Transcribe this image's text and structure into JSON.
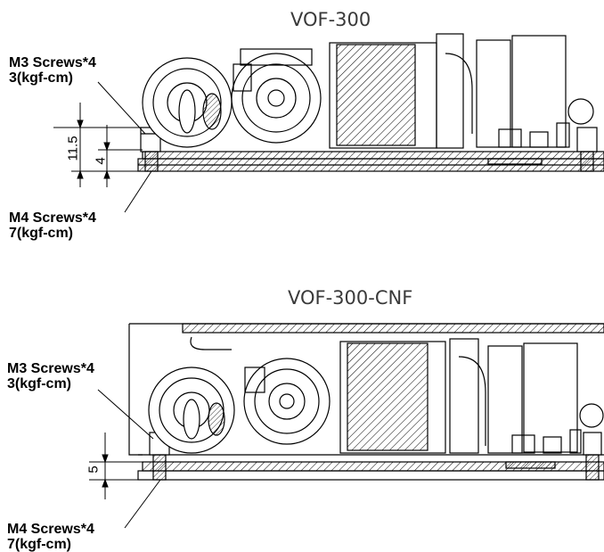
{
  "diagrams": [
    {
      "title": "VOF-300",
      "top_screw": {
        "name": "M3 Screws*4",
        "torque": "3(kgf-cm)"
      },
      "bottom_screw": {
        "name": "M4 Screws*4",
        "torque": "7(kgf-cm)"
      },
      "dimensions": [
        "11.5",
        "4"
      ]
    },
    {
      "title": "VOF-300-CNF",
      "top_screw": {
        "name": "M3 Screws*4",
        "torque": "3(kgf-cm)"
      },
      "bottom_screw": {
        "name": "M4 Screws*4",
        "torque": "7(kgf-cm)"
      },
      "dimensions": [
        "5"
      ]
    }
  ],
  "colors": {
    "line": "#000000",
    "title": "#3a3a3a",
    "background": "#ffffff"
  }
}
